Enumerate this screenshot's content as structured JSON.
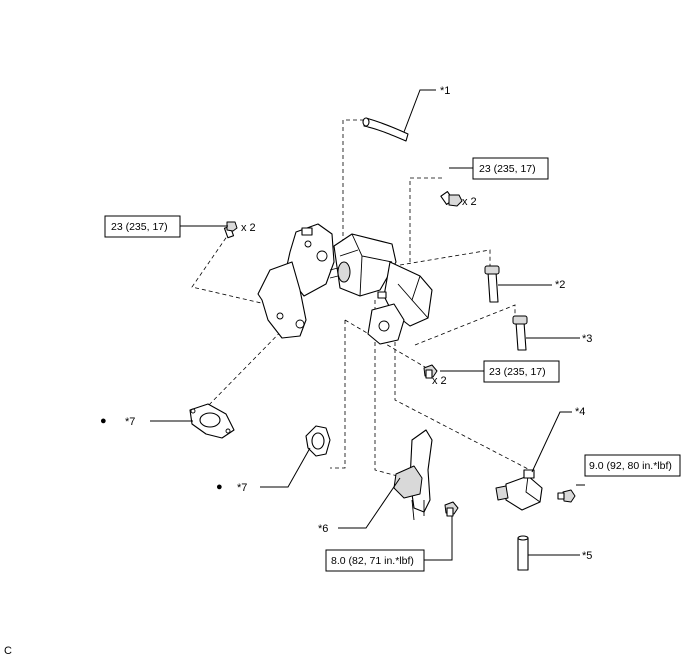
{
  "callouts": {
    "c1": "*1",
    "c2": "*2",
    "c3": "*3",
    "c4": "*4",
    "c5": "*5",
    "c6": "*6",
    "c7a": "*7",
    "c7b": "*7"
  },
  "torques": {
    "t_top": "23 (235, 17)",
    "t_left": "23 (235, 17)",
    "t_mid": "23 (235, 17)",
    "t_sensor": "9.0 (92, 80 in.*lbf)",
    "t_bracket": "8.0 (82, 71 in.*lbf)"
  },
  "quantities": {
    "q_top": "x 2",
    "q_left": "x 2",
    "q_mid": "x 2"
  },
  "markers": {
    "m1": "●",
    "m2": "●"
  },
  "corner_label": "C"
}
